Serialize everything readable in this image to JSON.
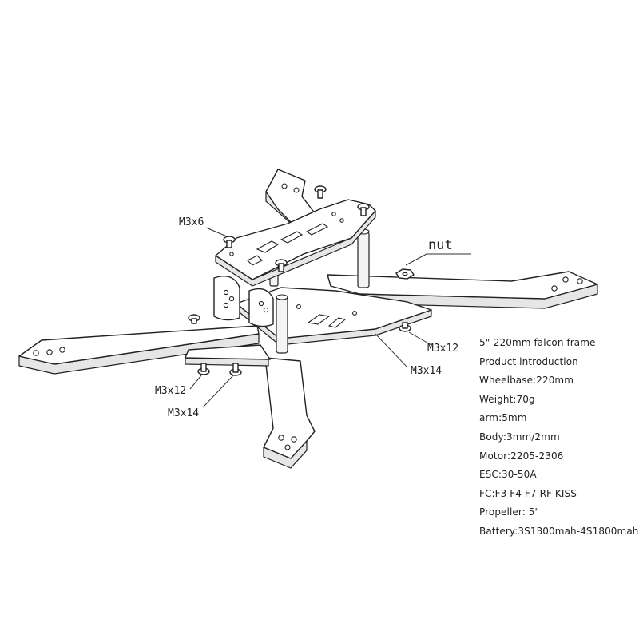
{
  "callouts": {
    "m3x6": "M3x6",
    "nut": "nut",
    "m3x12_right": "M3x12",
    "m3x14_right": "M3x14",
    "m3x12_left": "M3x12",
    "m3x14_left": "M3x14"
  },
  "specs": [
    "5\"-220mm falcon frame",
    "Product introduction",
    "Wheelbase:220mm",
    "Weight:70g",
    "arm:5mm",
    "Body:3mm/2mm",
    "Motor:2205-2306",
    "ESC:30-50A",
    "FC:F3 F4 F7 RF KISS",
    "Propeller: 5\"",
    "Battery:3S1300mah-4S1800mah"
  ]
}
